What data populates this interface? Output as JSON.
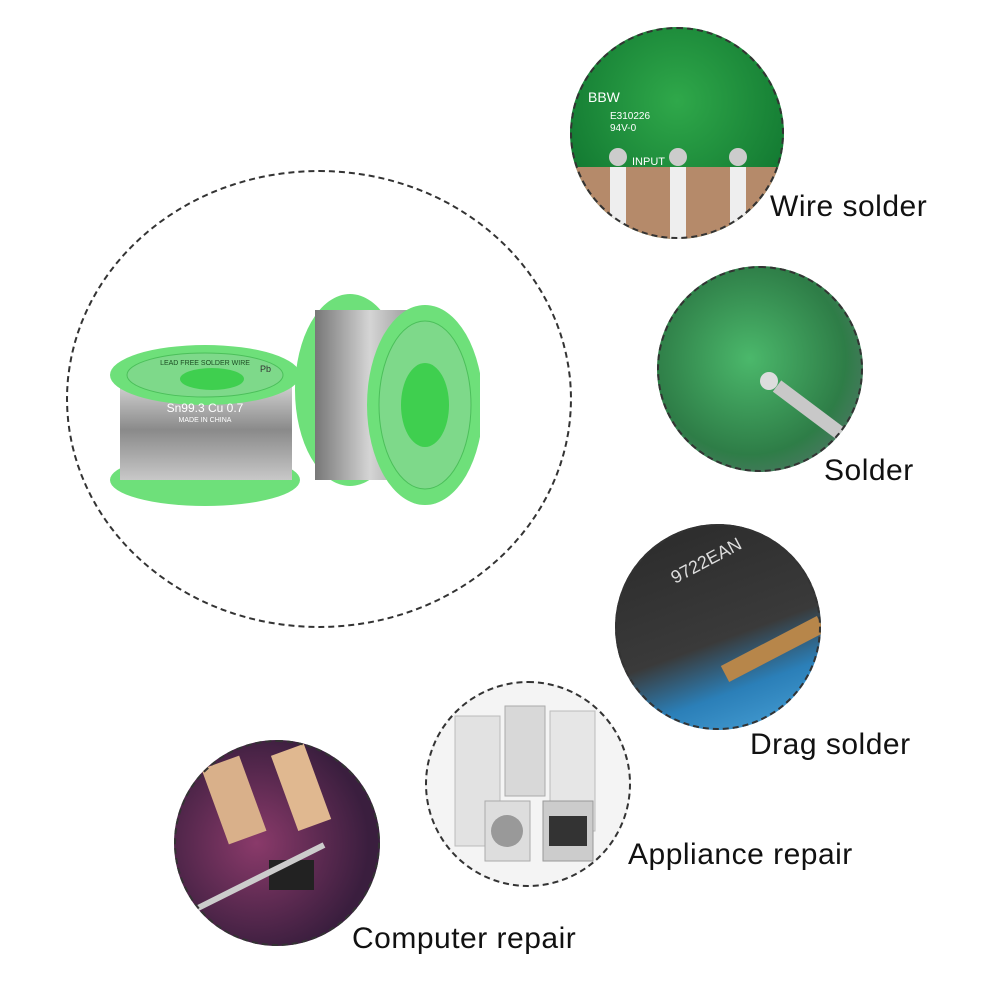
{
  "product": {
    "spool_text": "Sn99.3 Cu 0.7",
    "spool_subtext": "MADE IN CHINA",
    "spool_badge": "Pb",
    "spool_band": "LEAD FREE  SOLDER WIRE",
    "accent_color": "#6ee07a"
  },
  "applications": [
    {
      "label": "Wire solder",
      "icon": "pcb-wire-photo"
    },
    {
      "label": "Solder",
      "icon": "pcb-soldering-photo"
    },
    {
      "label": "Drag solder",
      "icon": "chip-drag-photo"
    },
    {
      "label": "Appliance repair",
      "icon": "appliances-photo"
    },
    {
      "label": "Computer repair",
      "icon": "motherboard-photo"
    }
  ],
  "pcb_text": {
    "brand": "BBW",
    "code": "E310226",
    "rating": "94V-0",
    "input": "INPUT"
  },
  "chip_text": "9722EAN"
}
